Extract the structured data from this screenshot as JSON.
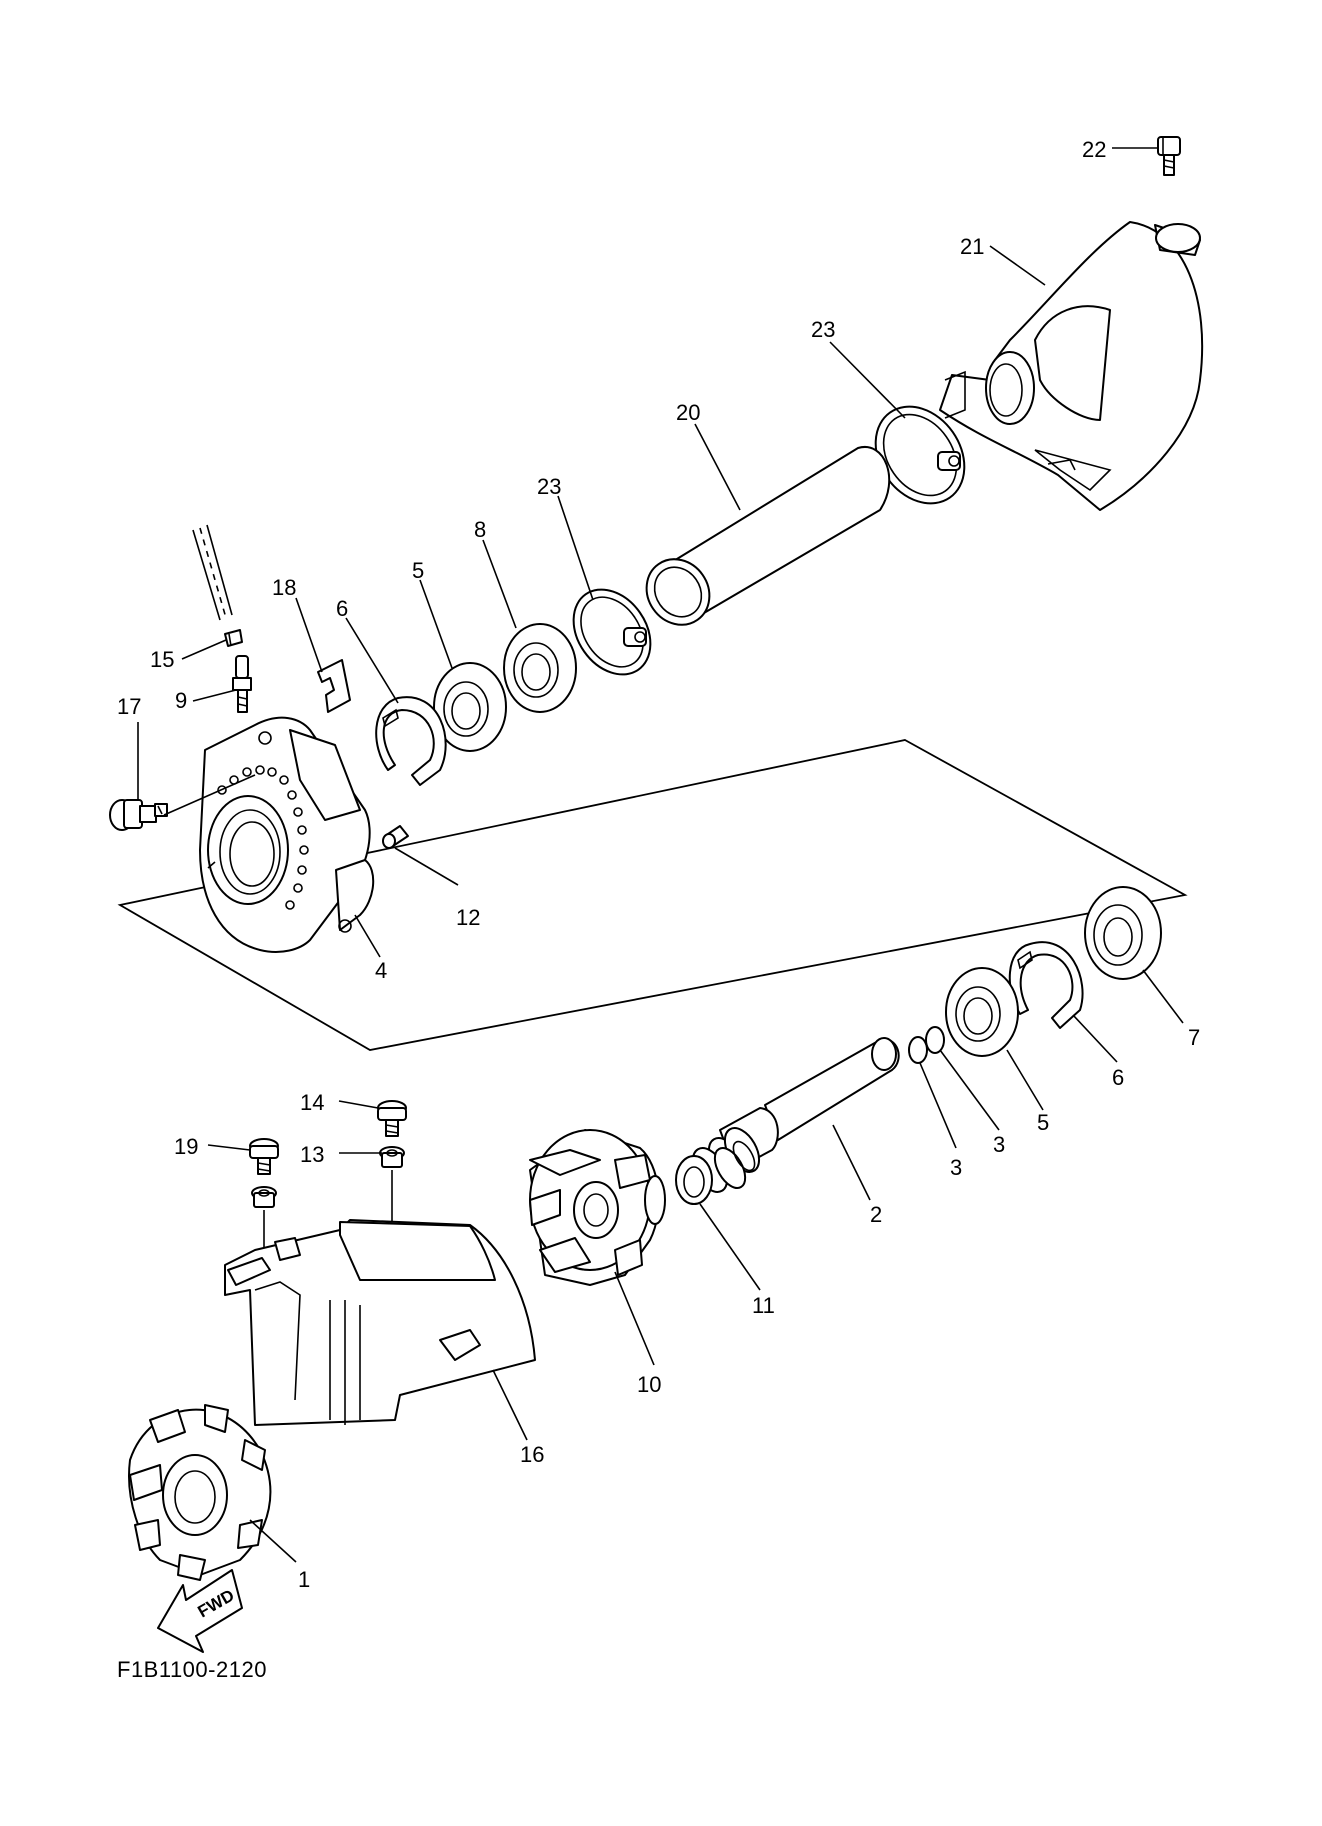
{
  "diagram_code": "F1B1100-2120",
  "direction_arrow": {
    "label": "FWD"
  },
  "callouts": [
    {
      "id": "1",
      "label": "1"
    },
    {
      "id": "2",
      "label": "2"
    },
    {
      "id": "3a",
      "label": "3"
    },
    {
      "id": "3b",
      "label": "3"
    },
    {
      "id": "4",
      "label": "4"
    },
    {
      "id": "5a",
      "label": "5"
    },
    {
      "id": "5b",
      "label": "5"
    },
    {
      "id": "6a",
      "label": "6"
    },
    {
      "id": "6b",
      "label": "6"
    },
    {
      "id": "7",
      "label": "7"
    },
    {
      "id": "8",
      "label": "8"
    },
    {
      "id": "9",
      "label": "9"
    },
    {
      "id": "10",
      "label": "10"
    },
    {
      "id": "11",
      "label": "11"
    },
    {
      "id": "12",
      "label": "12"
    },
    {
      "id": "13",
      "label": "13"
    },
    {
      "id": "14",
      "label": "14"
    },
    {
      "id": "15",
      "label": "15"
    },
    {
      "id": "16",
      "label": "16"
    },
    {
      "id": "17",
      "label": "17"
    },
    {
      "id": "18",
      "label": "18"
    },
    {
      "id": "19",
      "label": "19"
    },
    {
      "id": "20",
      "label": "20"
    },
    {
      "id": "21",
      "label": "21"
    },
    {
      "id": "22",
      "label": "22"
    },
    {
      "id": "23a",
      "label": "23"
    },
    {
      "id": "23b",
      "label": "23"
    }
  ]
}
